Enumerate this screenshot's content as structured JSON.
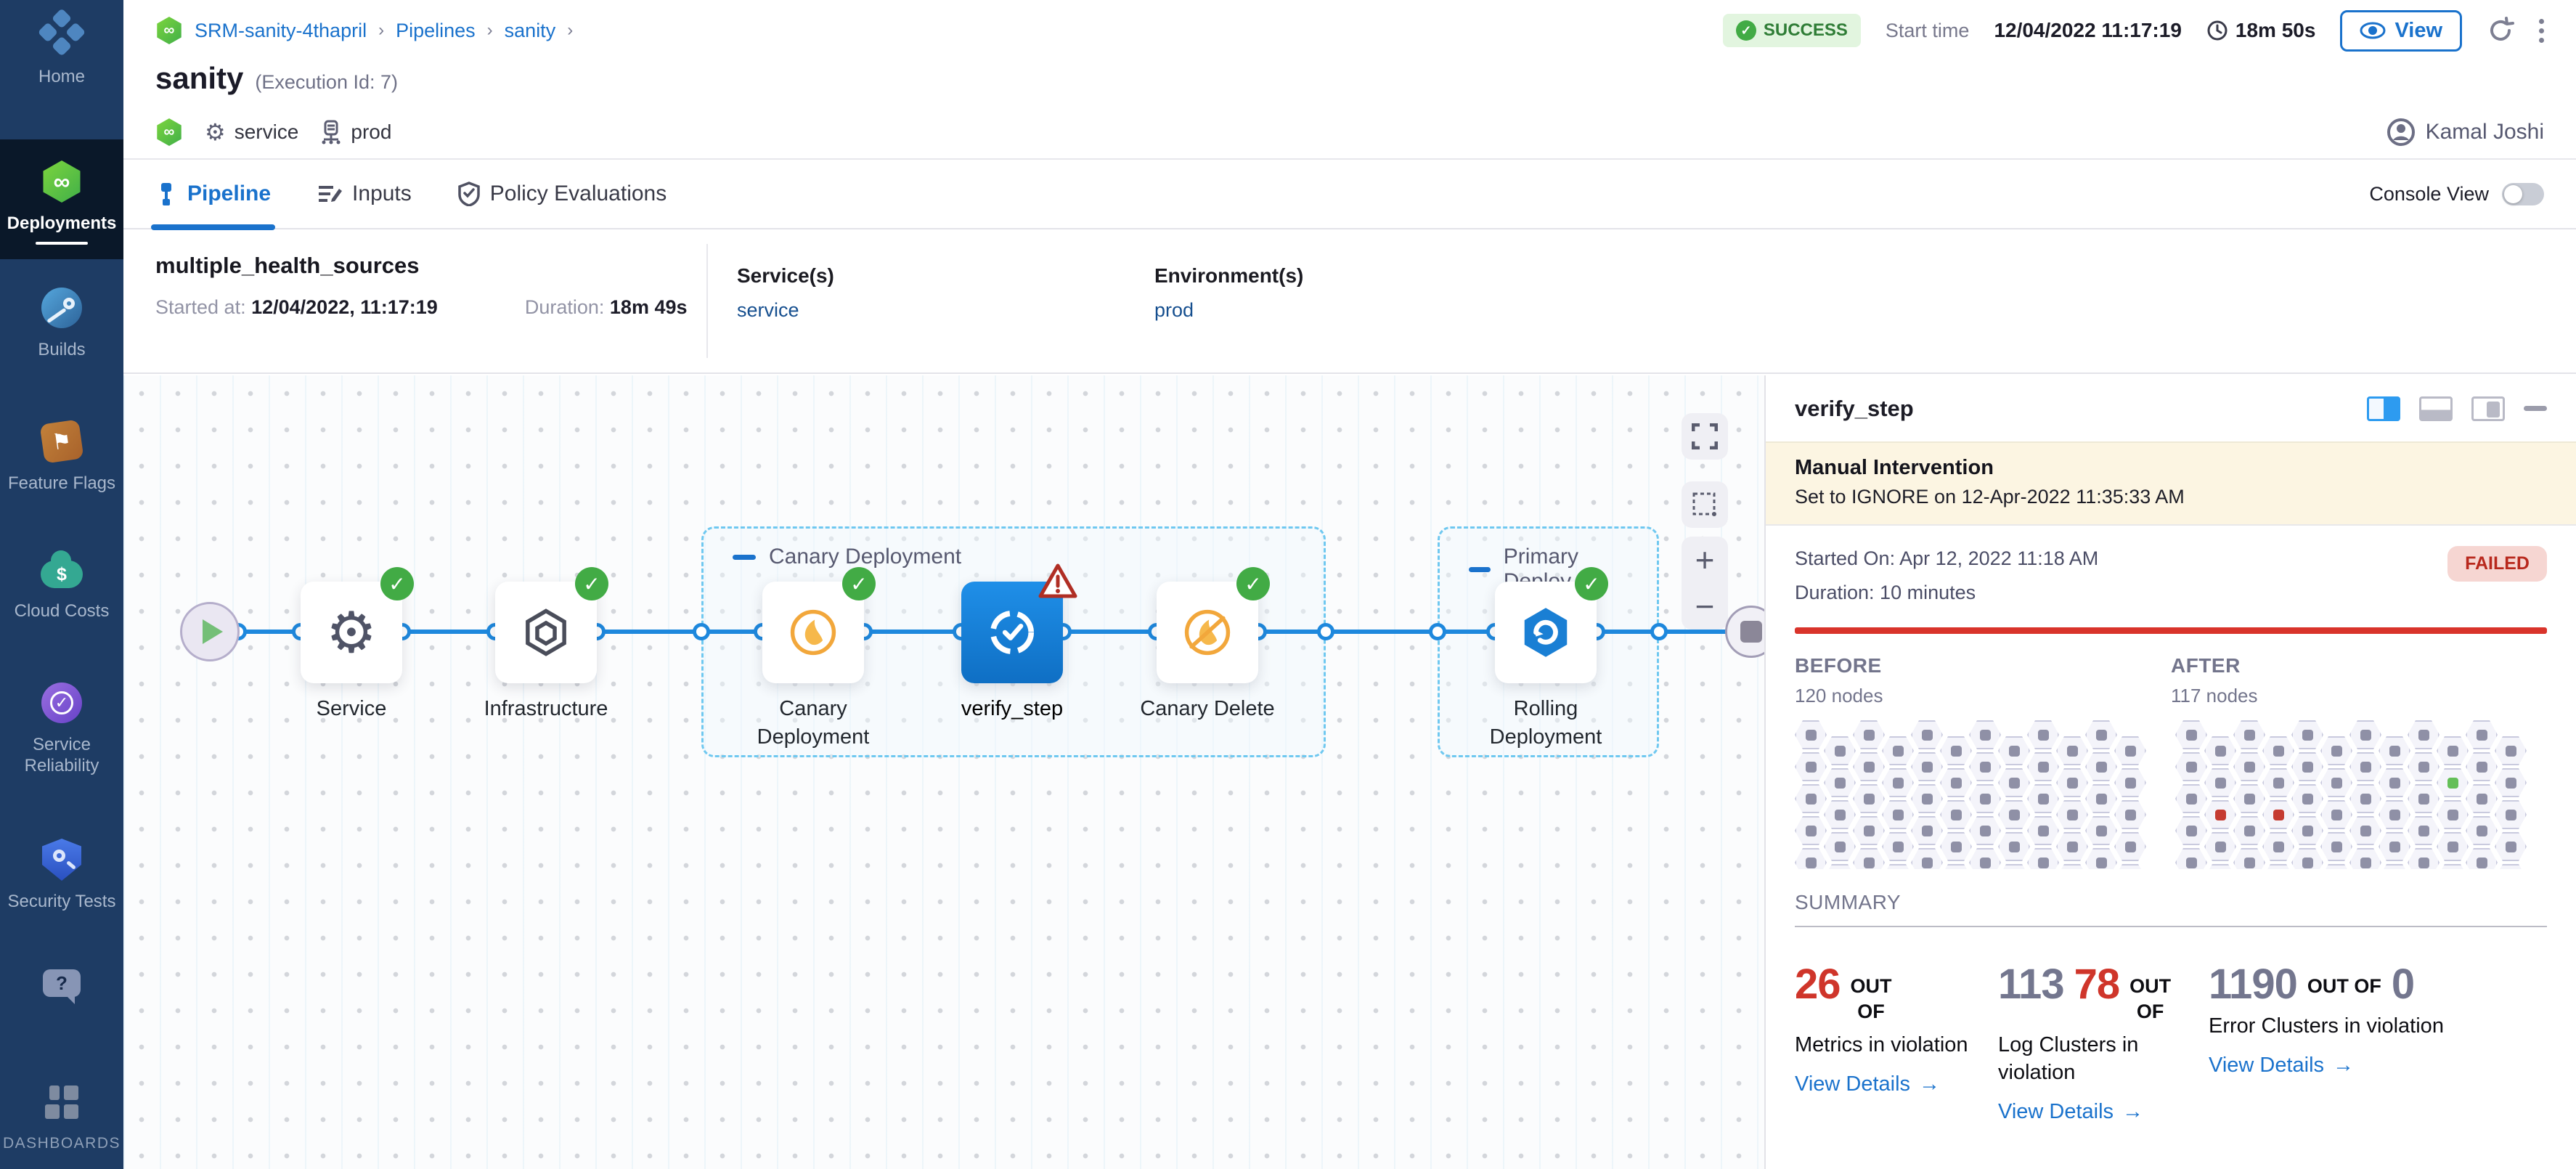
{
  "colors": {
    "accent": "#1a72cc",
    "success": "#42ab45",
    "error": "#cf352a",
    "warning_banner_bg": "#fcf5e2",
    "selected_node": "#1a84dd",
    "sidebar_bg": "#1e3c64"
  },
  "sidebar": {
    "items": [
      {
        "id": "home",
        "label": "Home",
        "active": false
      },
      {
        "id": "deployments",
        "label": "Deployments",
        "active": true
      },
      {
        "id": "builds",
        "label": "Builds",
        "active": false
      },
      {
        "id": "feature-flags",
        "label": "Feature Flags",
        "active": false
      },
      {
        "id": "cloud-costs",
        "label": "Cloud Costs",
        "active": false
      },
      {
        "id": "service-reliability",
        "label": "Service Reliability",
        "active": false
      },
      {
        "id": "security-tests",
        "label": "Security Tests",
        "active": false
      },
      {
        "id": "help",
        "label": "",
        "active": false
      },
      {
        "id": "dashboards",
        "label": "DASHBOARDS",
        "active": false
      }
    ]
  },
  "header": {
    "breadcrumb": {
      "items": [
        "SRM-sanity-4thapril",
        "Pipelines",
        "sanity"
      ]
    },
    "status_badge": "SUCCESS",
    "start_time_label": "Start time",
    "start_time": "12/04/2022 11:17:19",
    "elapsed": "18m 50s",
    "view_button": "View",
    "title": "sanity",
    "execution_id": "(Execution Id: 7)",
    "tags": {
      "service": "service",
      "environment": "prod"
    },
    "user": "Kamal Joshi"
  },
  "tabs": {
    "items": [
      {
        "id": "pipeline",
        "label": "Pipeline",
        "active": true
      },
      {
        "id": "inputs",
        "label": "Inputs",
        "active": false
      },
      {
        "id": "policy-evaluations",
        "label": "Policy Evaluations",
        "active": false
      }
    ],
    "console_view_label": "Console View",
    "console_on": false
  },
  "run_info": {
    "name": "multiple_health_sources",
    "started_label": "Started at:",
    "started": "12/04/2022, 11:17:19",
    "duration_label": "Duration:",
    "duration": "18m 49s",
    "services_label": "Service(s)",
    "services": "service",
    "environments_label": "Environment(s)",
    "environments": "prod"
  },
  "pipeline": {
    "groups": [
      {
        "label": "Canary Deployment"
      },
      {
        "label": "Primary Deploy..."
      }
    ],
    "nodes": [
      {
        "id": "service",
        "label": "Service",
        "icon": "gear",
        "status": "success"
      },
      {
        "id": "infrastructure",
        "label": "Infrastructure",
        "icon": "hexagon",
        "status": "success"
      },
      {
        "id": "canary-deployment",
        "label": "Canary Deployment",
        "icon": "canary",
        "status": "success"
      },
      {
        "id": "verify_step",
        "label": "verify_step",
        "icon": "verify",
        "status": "warning",
        "selected": true
      },
      {
        "id": "canary-delete",
        "label": "Canary Delete",
        "icon": "canary-delete",
        "status": "success"
      },
      {
        "id": "rolling-deployment",
        "label": "Rolling Deployment",
        "icon": "rolling",
        "status": "success"
      }
    ]
  },
  "panel": {
    "title": "verify_step",
    "banner": {
      "title": "Manual Intervention",
      "subtitle": "Set to IGNORE on 12-Apr-2022 11:35:33 AM"
    },
    "started_on": "Started On: Apr 12, 2022 11:18 AM",
    "duration": "Duration: 10 minutes",
    "status": "FAILED",
    "before": {
      "label": "BEFORE",
      "nodes": "120 nodes"
    },
    "after": {
      "label": "AFTER",
      "nodes": "117 nodes"
    },
    "hexgrid": {
      "cols": 12,
      "rows": 5,
      "after_special": [
        {
          "c": 1,
          "r": 2,
          "color": "red"
        },
        {
          "c": 3,
          "r": 2,
          "color": "red"
        },
        {
          "c": 9,
          "r": 1,
          "color": "green"
        },
        {
          "c": 7,
          "r": 4,
          "color": "red"
        }
      ]
    },
    "summary": {
      "label": "SUMMARY",
      "stats": [
        {
          "num_gray": "",
          "num_red": "26",
          "out_of_lines": [
            "OUT",
            "OF"
          ],
          "num_after": "",
          "label": "Metrics in violation",
          "link": "View Details"
        },
        {
          "num_gray": "113",
          "num_red": "78",
          "out_of_lines": [
            "OUT",
            "OF"
          ],
          "num_after": "",
          "label": "Log Clusters in violation",
          "link": "View Details"
        },
        {
          "num_gray": "1190",
          "num_red": "",
          "out_of_lines": [
            "OUT OF"
          ],
          "num_after": "0",
          "label": "Error Clusters in violation",
          "link": "View Details"
        }
      ]
    }
  }
}
